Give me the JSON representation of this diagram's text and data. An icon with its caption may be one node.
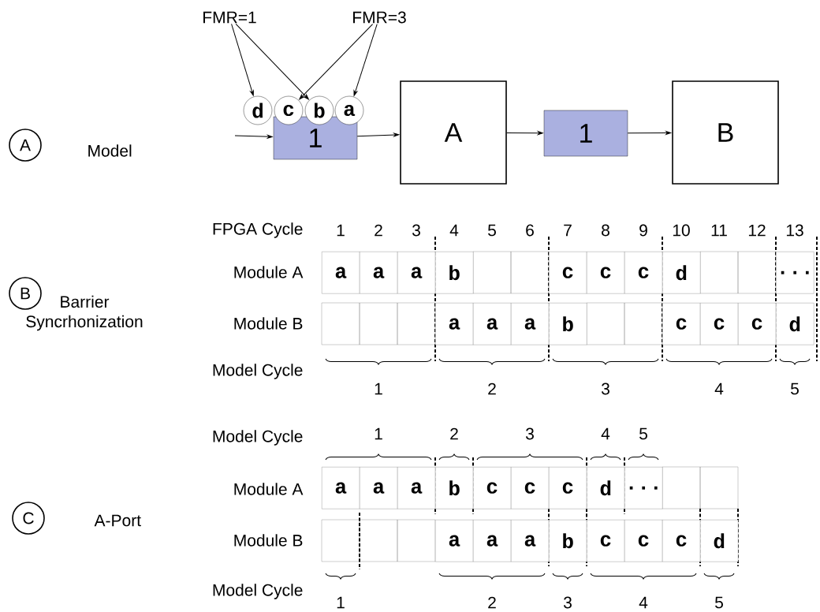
{
  "diagram": {
    "nodes": [
      {
        "text": [
          "FMR=1"
        ]
      },
      {
        "text": [
          "FMR=3"
        ]
      },
      {
        "text": [
          "d"
        ]
      },
      {
        "text": [
          "c"
        ]
      },
      {
        "text": [
          "b"
        ]
      },
      {
        "text": [
          "a"
        ]
      },
      {
        "text": [
          "A"
        ],
        "beside": [
          "Model"
        ]
      },
      {
        "text": [
          "1"
        ]
      },
      {
        "text": [
          "A"
        ]
      },
      {
        "text": [
          "1"
        ]
      },
      {
        "text": [
          "B"
        ]
      },
      {
        "text": [
          "B"
        ],
        "beside": [
          "Barrier Syncrhonization"
        ]
      },
      {
        "text": [
          "C"
        ],
        "beside": [
          "A-Port"
        ]
      }
    ],
    "edges": [
      {
        "from": 0,
        "to": 2,
        "arrow": "to"
      },
      {
        "from": 0,
        "to": 4,
        "arrow": "to"
      },
      {
        "from": 1,
        "to": 3,
        "arrow": "to"
      },
      {
        "from": 1,
        "to": 5,
        "arrow": "to"
      },
      {
        "from": null,
        "to": 7,
        "arrow": "to"
      },
      {
        "from": 7,
        "to": 8,
        "arrow": "to"
      },
      {
        "from": 8,
        "to": 9,
        "arrow": "to"
      },
      {
        "from": 9,
        "to": 10,
        "arrow": "to"
      }
    ],
    "labels": [
      "FPGA Cycle",
      "1",
      "2",
      "3",
      "4",
      "5",
      "6",
      "7",
      "8",
      "9",
      "10",
      "11",
      "12",
      "13",
      "Module A",
      "a",
      "a",
      "a",
      "b",
      "c",
      "c",
      "c",
      "d",
      "...",
      "Module B",
      "a",
      "a",
      "a",
      "b",
      "c",
      "c",
      "c",
      "d",
      "Model Cycle",
      "1",
      "2",
      "3",
      "4",
      "5",
      "Model Cycle",
      "1",
      "2",
      "3",
      "4",
      "5",
      "Module A",
      "a",
      "a",
      "a",
      "b",
      "c",
      "c",
      "c",
      "d",
      "...",
      "Module B",
      "a",
      "a",
      "a",
      "b",
      "c",
      "c",
      "c",
      "d",
      "Model Cycle",
      "1",
      "2",
      "3",
      "4",
      "5"
    ]
  }
}
